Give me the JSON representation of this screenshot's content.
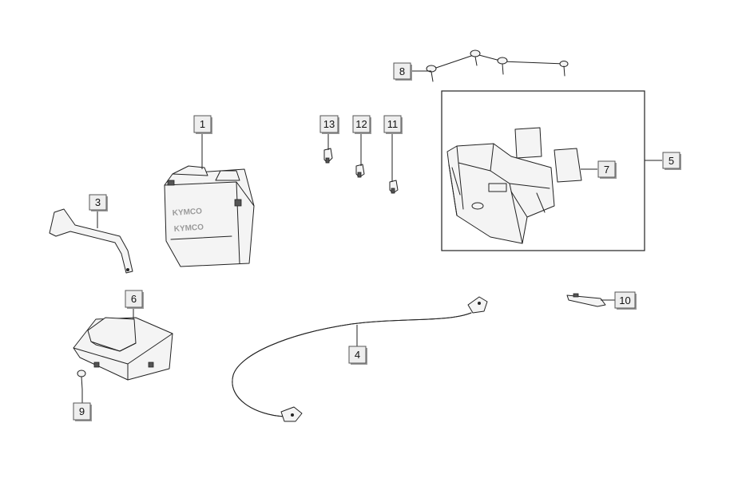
{
  "callouts": {
    "c1": "1",
    "c3": "3",
    "c4": "4",
    "c5": "5",
    "c6": "6",
    "c7": "7",
    "c8": "8",
    "c9": "9",
    "c10": "10",
    "c11": "11",
    "c12": "12",
    "c13": "13"
  },
  "battery_label": {
    "line1": "KYMCO",
    "line2": "KYMCO"
  }
}
